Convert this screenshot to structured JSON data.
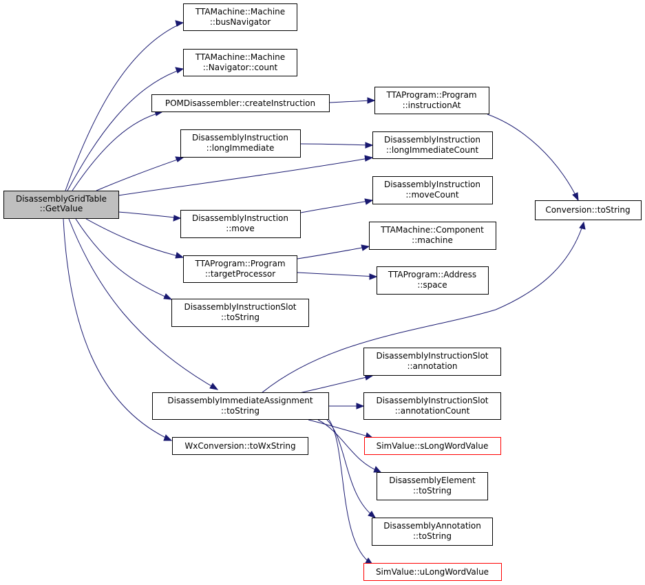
{
  "colors": {
    "edge": "#191970",
    "root_fill": "#bfbfbf",
    "node_fill": "#ffffff",
    "node_border": "#000000",
    "truncated_border": "#ff0000"
  },
  "nodes": {
    "root": {
      "lines": [
        "DisassemblyGridTable",
        "::GetValue"
      ]
    },
    "busNavigator": {
      "lines": [
        "TTAMachine::Machine",
        "::busNavigator"
      ]
    },
    "navigatorCount": {
      "lines": [
        "TTAMachine::Machine",
        "::Navigator::count"
      ]
    },
    "createInstruction": {
      "lines": [
        "POMDisassembler::createInstruction"
      ]
    },
    "instructionAt": {
      "lines": [
        "TTAProgram::Program",
        "::instructionAt"
      ]
    },
    "longImmediate": {
      "lines": [
        "DisassemblyInstruction",
        "::longImmediate"
      ]
    },
    "longImmediateCount": {
      "lines": [
        "DisassemblyInstruction",
        "::longImmediateCount"
      ]
    },
    "moveCount": {
      "lines": [
        "DisassemblyInstruction",
        "::moveCount"
      ]
    },
    "move": {
      "lines": [
        "DisassemblyInstruction",
        "::move"
      ]
    },
    "machine": {
      "lines": [
        "TTAMachine::Component",
        "::machine"
      ]
    },
    "targetProcessor": {
      "lines": [
        "TTAProgram::Program",
        "::targetProcessor"
      ]
    },
    "space": {
      "lines": [
        "TTAProgram::Address",
        "::space"
      ]
    },
    "conversionToString": {
      "lines": [
        "Conversion::toString"
      ]
    },
    "slotToString": {
      "lines": [
        "DisassemblyInstructionSlot",
        "::toString"
      ]
    },
    "annotation": {
      "lines": [
        "DisassemblyInstructionSlot",
        "::annotation"
      ]
    },
    "immToString": {
      "lines": [
        "DisassemblyImmediateAssignment",
        "::toString"
      ]
    },
    "annotationCount": {
      "lines": [
        "DisassemblyInstructionSlot",
        "::annotationCount"
      ]
    },
    "toWxString": {
      "lines": [
        "WxConversion::toWxString"
      ]
    },
    "sLongWordValue": {
      "lines": [
        "SimValue::sLongWordValue"
      ]
    },
    "elementToString": {
      "lines": [
        "DisassemblyElement",
        "::toString"
      ]
    },
    "annotationToString": {
      "lines": [
        "DisassemblyAnnotation",
        "::toString"
      ]
    },
    "uLongWordValue": {
      "lines": [
        "SimValue::uLongWordValue"
      ]
    }
  }
}
